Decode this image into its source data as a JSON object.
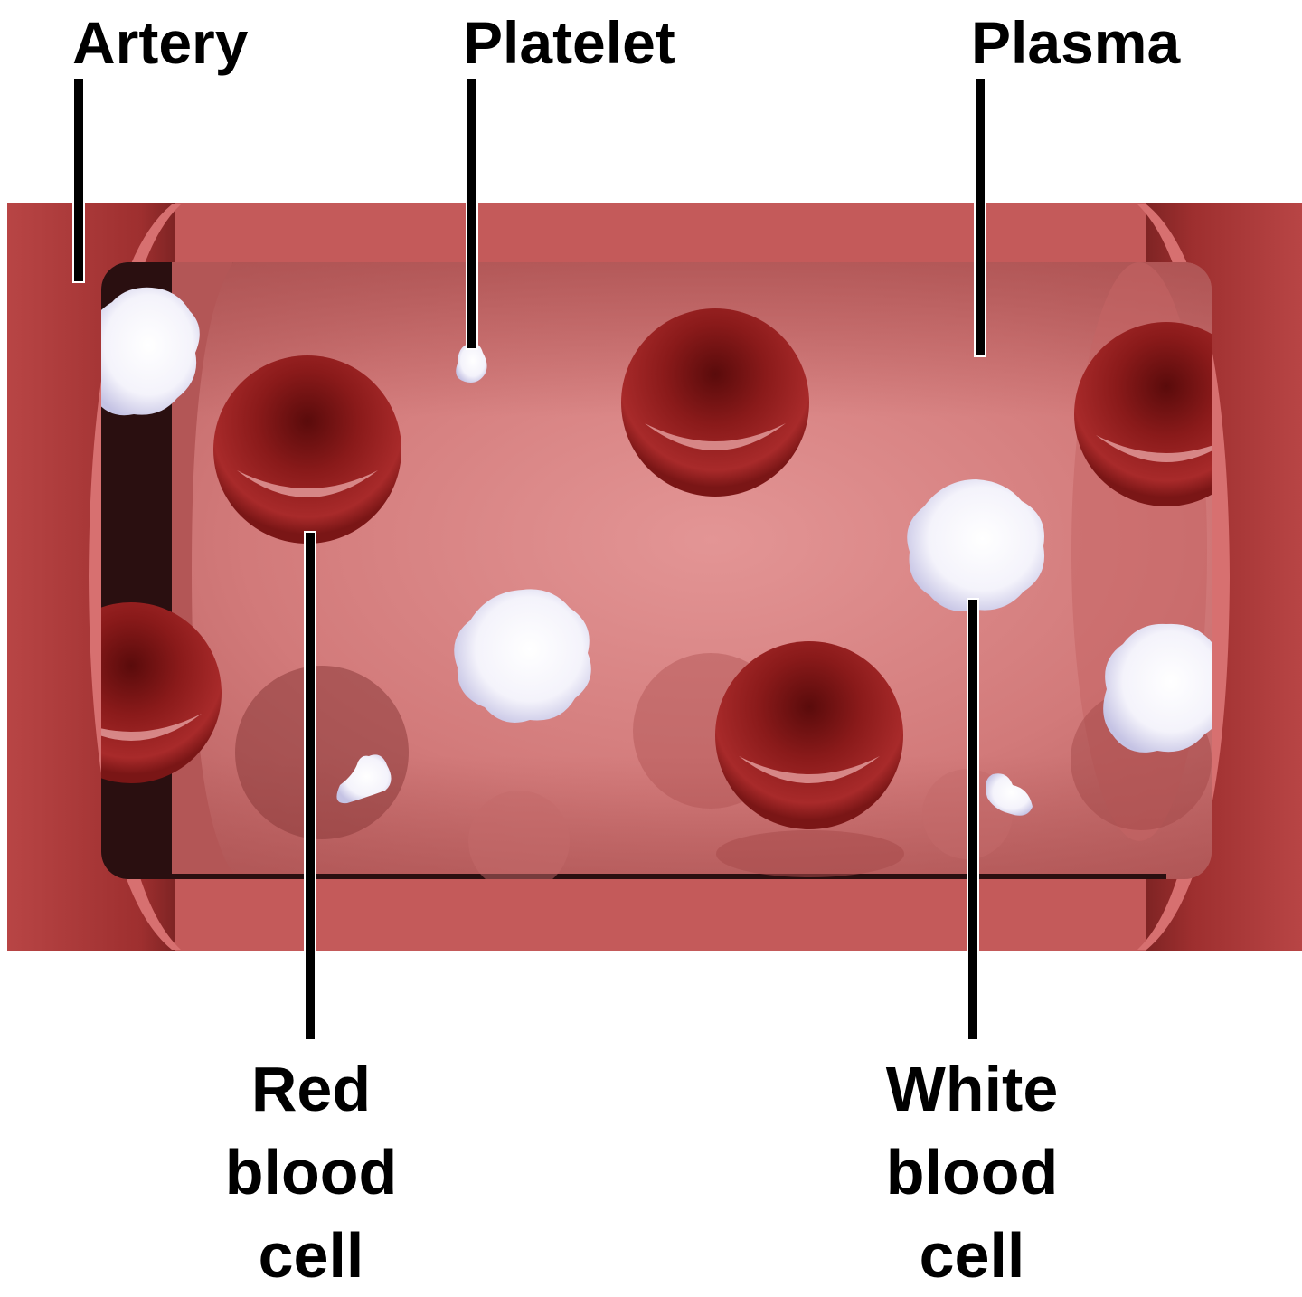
{
  "labels": {
    "artery": "Artery",
    "platelet": "Platelet",
    "plasma": "Plasma",
    "red_blood_cell": [
      "Red",
      "blood",
      "cell"
    ],
    "white_blood_cell": [
      "White",
      "blood",
      "cell"
    ]
  },
  "colors": {
    "vessel_wall": "#c45a5a",
    "vessel_wall_dark": "#9e2f2f",
    "lumen": "#d77a7a",
    "lumen_dark_gap": "#2a0f10",
    "red_cell": "#8e1c1c",
    "red_cell_center": "#5e0d0d",
    "white_cell": "#ffffff",
    "white_cell_edge": "#c9c8e6",
    "leader_line": "#000000"
  }
}
